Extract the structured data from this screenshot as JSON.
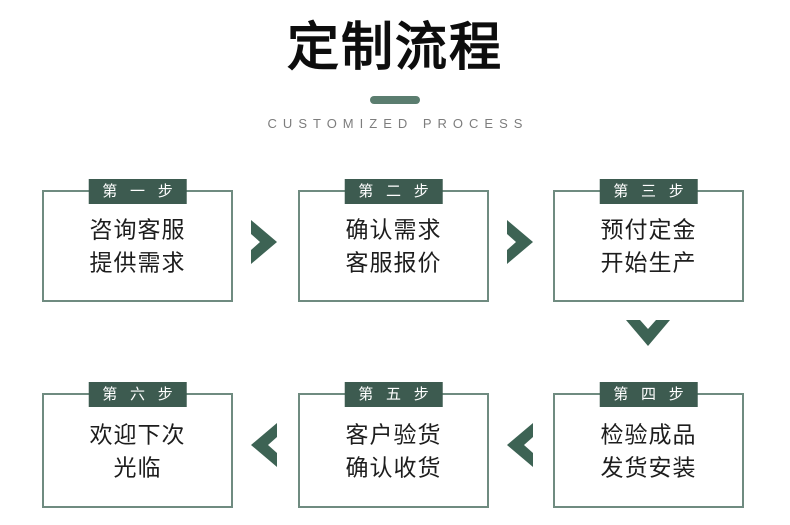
{
  "header": {
    "title": "定制流程",
    "subtitle": "CUSTOMIZED PROCESS",
    "divider": "title-divider"
  },
  "colors": {
    "badge_green": "#3d5b50",
    "border_green": "#6f8b80",
    "arrow_green": "#3d6354",
    "divider_green": "#5b7d6f",
    "text_dark": "#1d1d1d",
    "subtitle_gray": "#7d7d7d",
    "background": "#ffffff"
  },
  "steps": [
    {
      "badge": "第 一 步",
      "line1": "咨询客服",
      "line2": "提供需求",
      "position": "top-left"
    },
    {
      "badge": "第 二 步",
      "line1": "确认需求",
      "line2": "客服报价",
      "position": "top-center"
    },
    {
      "badge": "第 三 步",
      "line1": "预付定金",
      "line2": "开始生产",
      "position": "top-right"
    },
    {
      "badge": "第 四 步",
      "line1": "检验成品",
      "line2": "发货安装",
      "position": "bottom-right"
    },
    {
      "badge": "第 五 步",
      "line1": "客户验货",
      "line2": "确认收货",
      "position": "bottom-center"
    },
    {
      "badge": "第 六 步",
      "line1": "欢迎下次",
      "line2": "光临",
      "position": "bottom-left"
    }
  ],
  "connectors": [
    {
      "name": "chevron-right-icon",
      "direction": "right",
      "between": "step1-step2"
    },
    {
      "name": "chevron-right-icon",
      "direction": "right",
      "between": "step2-step3"
    },
    {
      "name": "chevron-down-icon",
      "direction": "down",
      "between": "step3-step4"
    },
    {
      "name": "chevron-left-icon",
      "direction": "left",
      "between": "step4-step5"
    },
    {
      "name": "chevron-left-icon",
      "direction": "left",
      "between": "step5-step6"
    }
  ]
}
